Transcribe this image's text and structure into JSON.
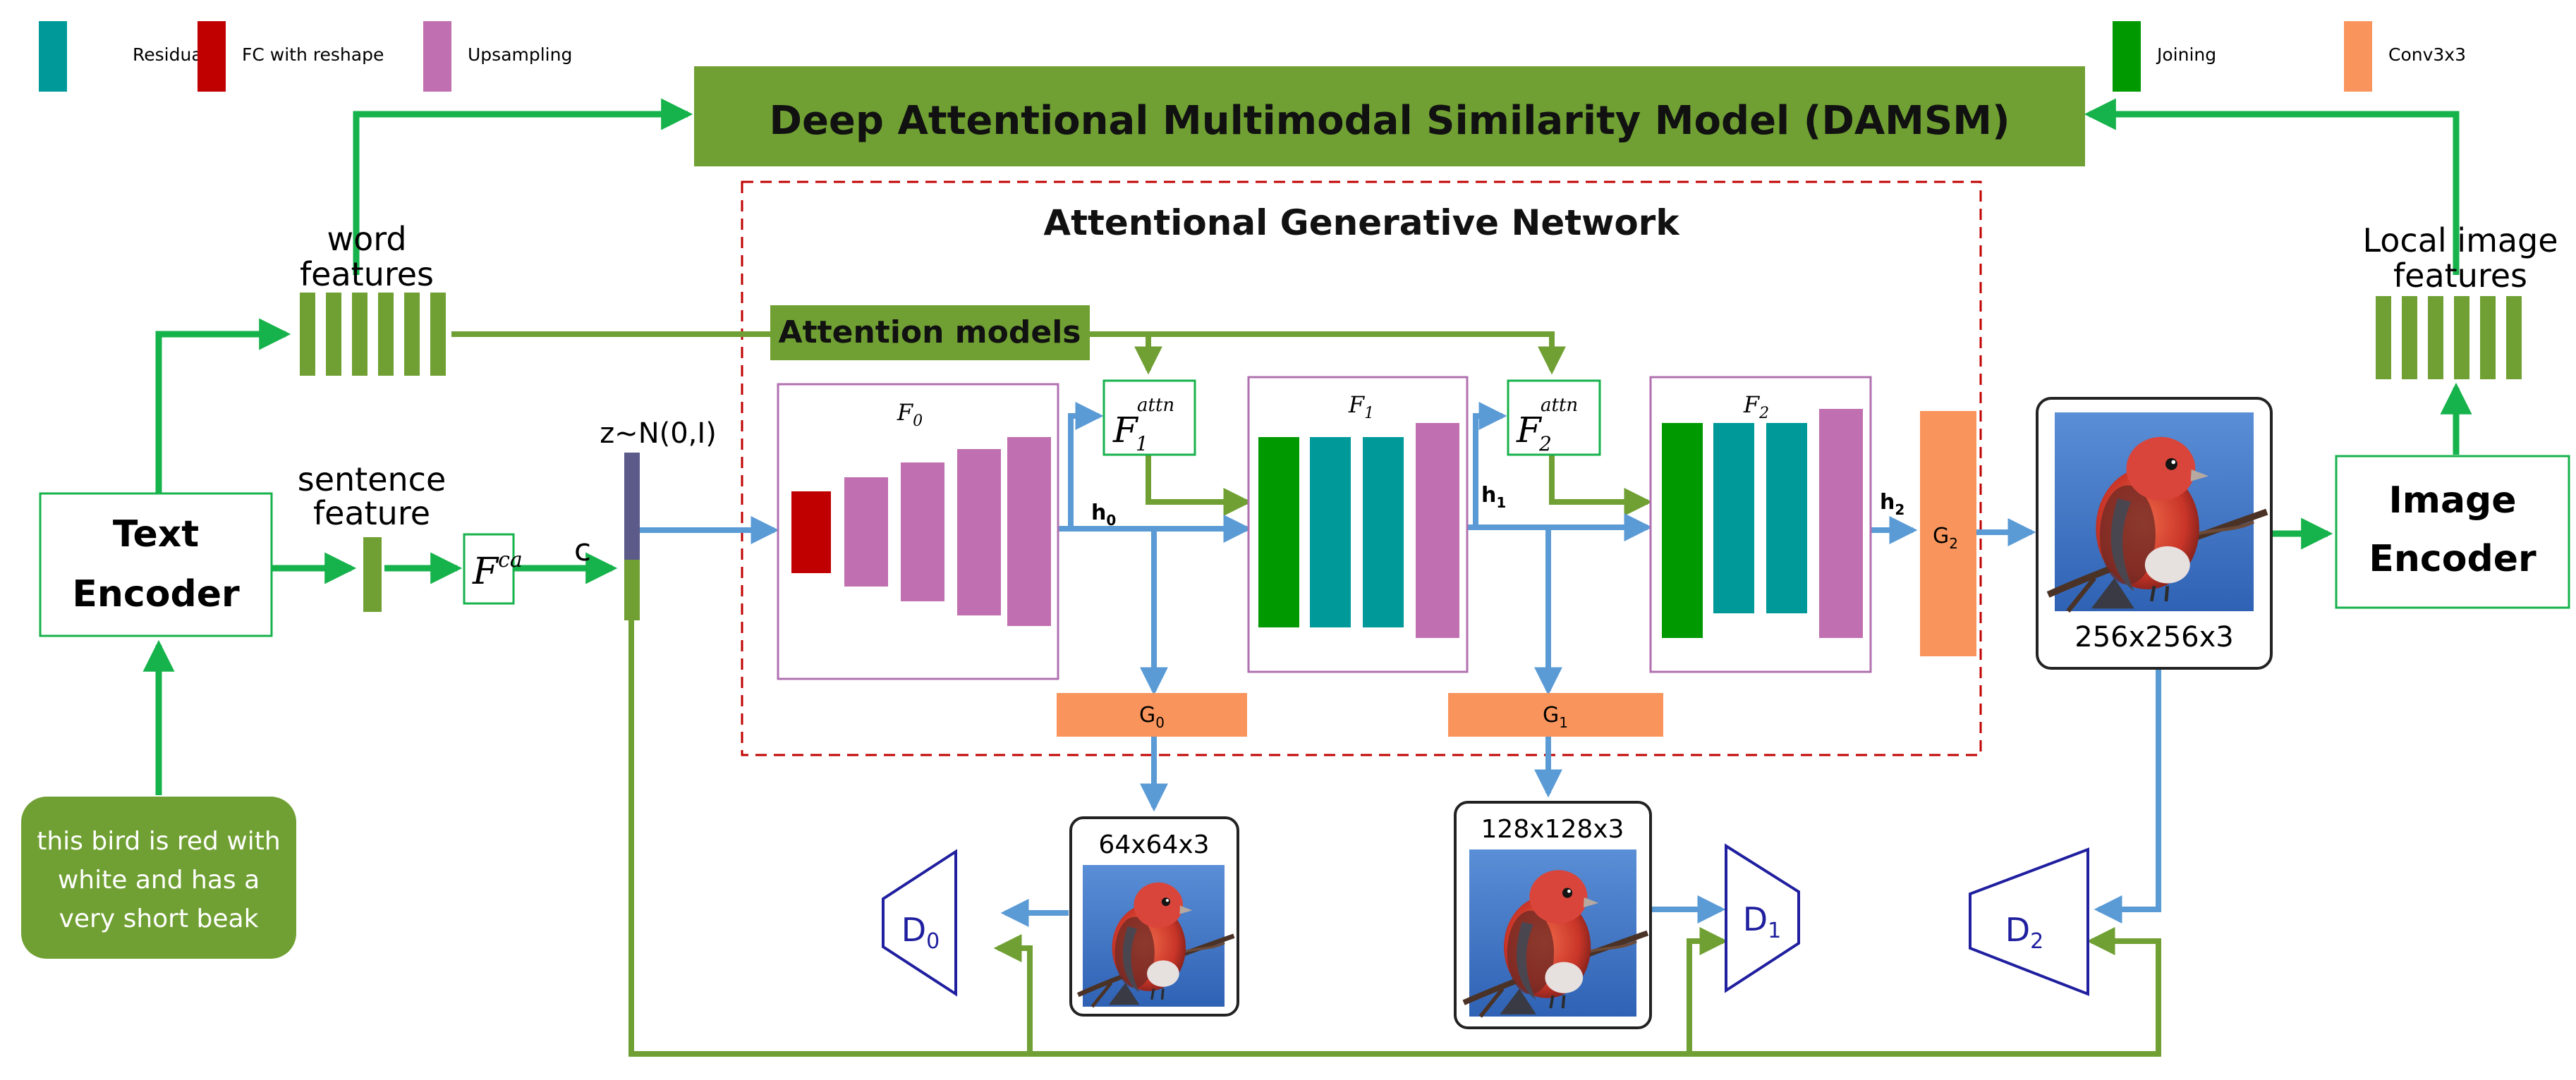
{
  "legend": {
    "residual": "Residual",
    "fc_reshape": "FC with reshape",
    "upsampling": "Upsampling",
    "joining": "Joining",
    "conv3x3": "Conv3x3"
  },
  "damsm": {
    "title": "Deep Attentional Multimodal Similarity Model (DAMSM)"
  },
  "agn": {
    "title": "Attentional Generative Network"
  },
  "attention_models": {
    "label": "Attention models"
  },
  "text_encoder": {
    "line1": "Text",
    "line2": "Encoder"
  },
  "image_encoder": {
    "line1": "Image",
    "line2": "Encoder"
  },
  "caption": {
    "line1": "this bird is red with",
    "line2": "white and has a",
    "line3": "very short beak"
  },
  "word_features": {
    "line1": "word",
    "line2": "features"
  },
  "sentence_feature": {
    "line1": "sentence",
    "line2": "feature"
  },
  "local_image_features": {
    "line1": "Local image",
    "line2": "features"
  },
  "fca": {
    "base": "F",
    "sup": "ca"
  },
  "c_label": "c",
  "z_label": "z~N(0,I)",
  "f0": {
    "base": "F",
    "sub": "0"
  },
  "f1": {
    "base": "F",
    "sub": "1"
  },
  "f2": {
    "base": "F",
    "sub": "2"
  },
  "f1attn": {
    "base": "F",
    "sub": "1",
    "sup": "attn"
  },
  "f2attn": {
    "base": "F",
    "sub": "2",
    "sup": "attn"
  },
  "h0": {
    "base": "h",
    "sub": "0"
  },
  "h1": {
    "base": "h",
    "sub": "1"
  },
  "h2": {
    "base": "h",
    "sub": "2"
  },
  "g0": {
    "base": "G",
    "sub": "0"
  },
  "g1": {
    "base": "G",
    "sub": "1"
  },
  "g2": {
    "base": "G",
    "sub": "2"
  },
  "d0": {
    "base": "D",
    "sub": "0"
  },
  "d1": {
    "base": "D",
    "sub": "1"
  },
  "d2": {
    "base": "D",
    "sub": "2"
  },
  "img64": {
    "label": "64x64x3"
  },
  "img128": {
    "label": "128x128x3"
  },
  "img256": {
    "label": "256x256x3"
  },
  "colors": {
    "residual": "#00999a",
    "fc": "#c00000",
    "upsampling": "#c06fb0",
    "joining": "#009a00",
    "conv": "#f9955c",
    "olive": "#70a033",
    "bright_green": "#16b24b",
    "blue_arrow": "#5b9bd5",
    "navy": "#1f1f9f",
    "dashed_red": "#c00000",
    "frame_purple": "#b070b0"
  }
}
